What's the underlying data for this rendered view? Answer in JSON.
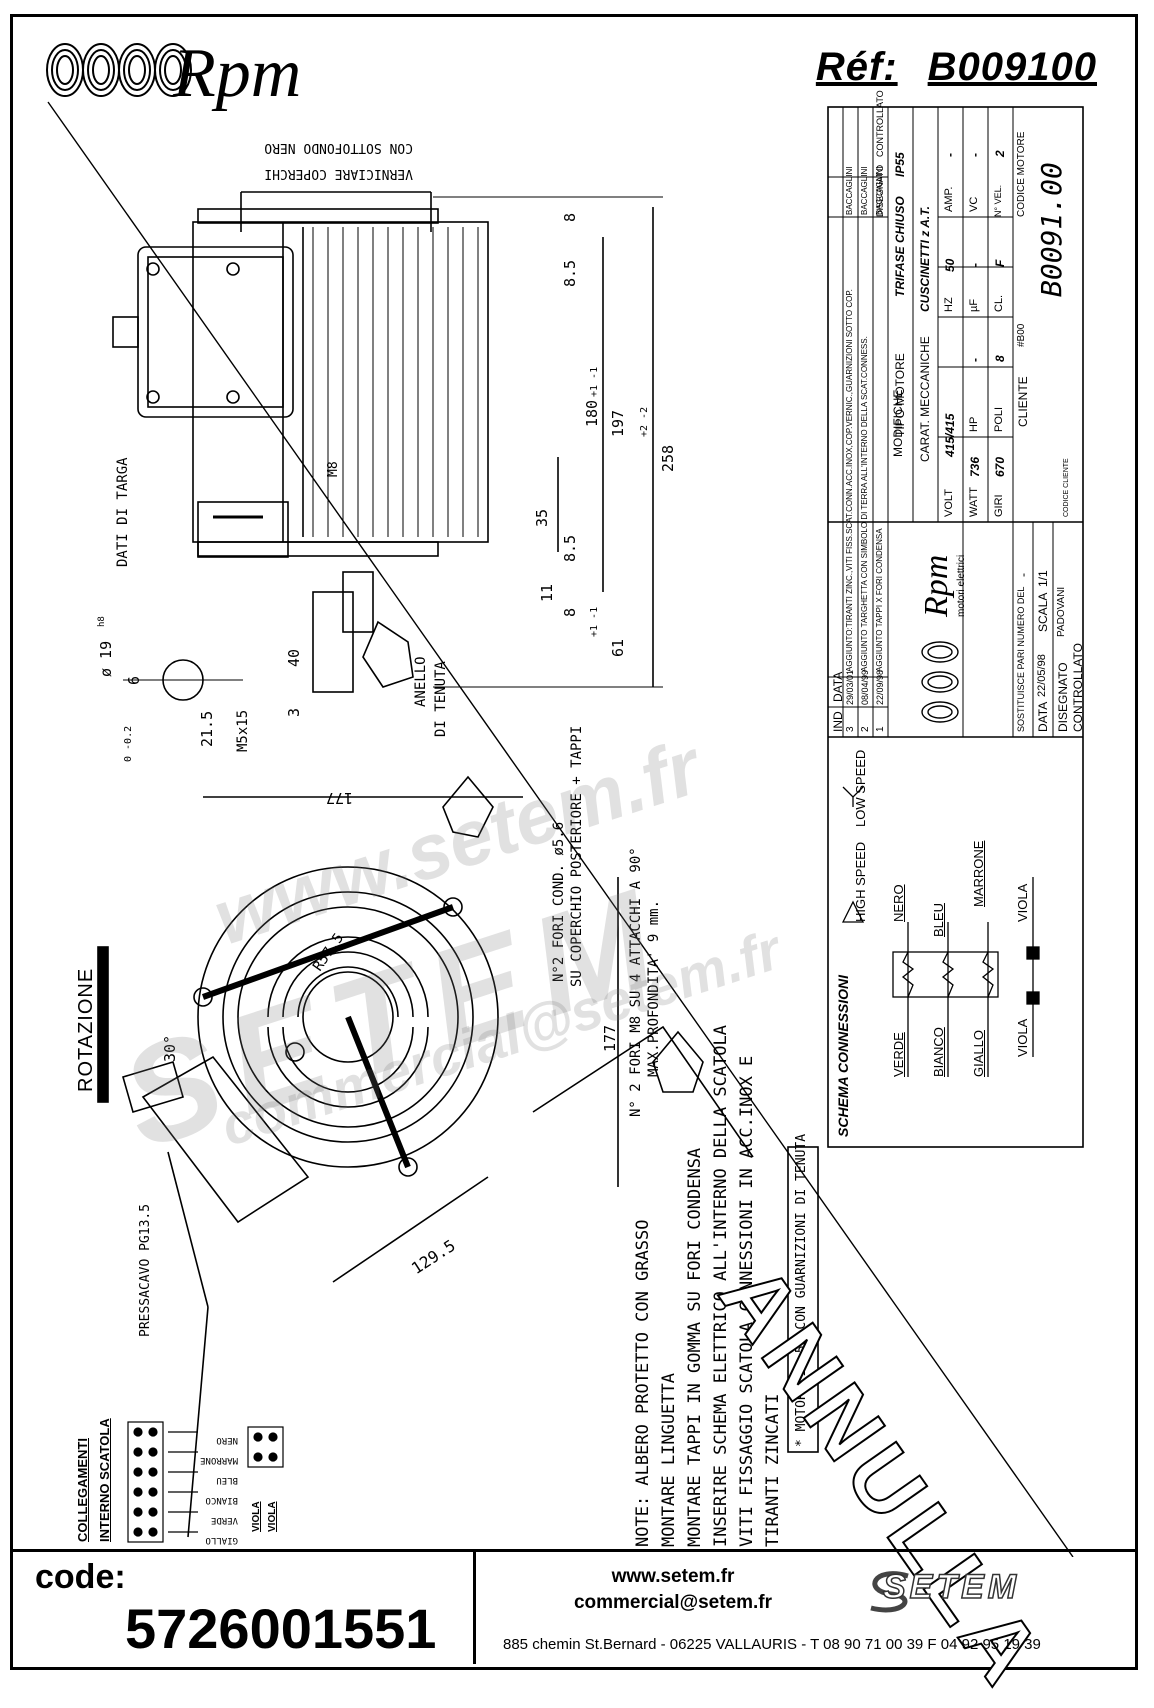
{
  "header": {
    "brand": "Rpm",
    "ref_label": "Réf:",
    "ref_value": "B009100"
  },
  "drawing": {
    "paint_note_1": "VERNICIARE COPERCHI",
    "paint_note_2": "CON SOTTOFONDO NERO",
    "dati_di_targa": "DATI DI TARGA",
    "m8": "M8",
    "anello_1": "ANELLO",
    "anello_2": "DI TENUTA",
    "dim_8a": "8",
    "dim_8_5a": "8.5",
    "dim_180": "180",
    "dim_197": "197",
    "dim_197_tol": "+1 -1",
    "dim_258": "258",
    "dim_258_tol": "+2 -2",
    "dim_35": "35",
    "dim_8_5b": "8.5",
    "dim_11": "11",
    "dim_8b": "8",
    "dim_61": "61",
    "dim_61_tol": "+1 -1",
    "dim_40": "40",
    "dim_3": "3",
    "shaft_dia": "ø 19",
    "shaft_tol": "h8",
    "dim_6": "6",
    "dim_21_5": "21.5",
    "dim_21_5_tol": "0 -0.2",
    "thread": "M5x15",
    "dim_177_top": "177",
    "dim_177_side": "177",
    "dim_129_5": "129.5",
    "radius": "R57.5",
    "angle": "30°",
    "rotazione": "ROTAZIONE",
    "fori_cond_1": "N°2 FORI COND. ø5.6",
    "fori_cond_2": "SU COPERCHIO POSTERIORE + TAPPI",
    "fori_m8_1": "N° 2 FORI M8 SU 4 ATTACCHI A 90°",
    "fori_m8_2": "MAX.PROFONDITA' 9 mm.",
    "pressacavo": "PRESSACAVO PG13.5",
    "collegamenti_1": "COLLEGAMENTI",
    "collegamenti_2": "INTERNO SCATOLA",
    "wire_labels": [
      "NERO",
      "MARRONE",
      "BLEU",
      "BIANCO",
      "VERDE",
      "GIALLO"
    ],
    "viola_labels": [
      "VIOLA",
      "VIOLA"
    ]
  },
  "notes": [
    "NOTE: ALBERO PROTETTO CON GRASSO",
    "MONTARE LINGUETTA",
    "MONTARE TAPPI IN GOMMA SU FORI CONDENSA",
    "INSERIRE SCHEMA ELETTRICO ALL'INTERNO DELLA SCATOLA",
    "VITI FISSAGGIO SCATOLA CONNESSIONI IN ACC.INOX E",
    "TIRANTI ZINCATI",
    "* MOTORE IP 55 CON GUARNIZIONI DI TENUTA"
  ],
  "title_block": {
    "modifiche_header": [
      "IND",
      "DATA",
      "MODIFICHE",
      "DISEGNATO",
      "CONTROLLATO"
    ],
    "revisions": [
      {
        "ind": "3",
        "data": "29/03/01",
        "text": "AGGIUNTO:TIRANTI ZINC.,VITI FISS.SCAT.CONN.ACC.INOX,COP.VERNIC.,GUARNIZIONI SOTTO COP.",
        "dis": "BACCAGLINI"
      },
      {
        "ind": "2",
        "data": "08/04/99",
        "text": "AGGIUNTO TARGHETTA CON SIMBOLO DI TERRA ALL'INTERNO DELLA SCAT.CONNESS.",
        "dis": "BACCAGLINI"
      },
      {
        "ind": "1",
        "data": "22/09/98",
        "text": "AGGIUNTO TAPPI X FORI CONDENSA",
        "dis": "BACCAGLINI"
      }
    ],
    "tipo_motore_label": "TIPO MOTORE",
    "tipo_motore": "TRIFASE CHIUSO",
    "ip": "IP55",
    "carat_label": "CARAT. MECCANICHE",
    "carat": "CUSCINETTI z A.T.",
    "volt_label": "VOLT",
    "volt": "415/415",
    "hz_label": "HZ",
    "hz": "50",
    "amp_label": "AMP.",
    "amp": "-",
    "watt_label": "WATT",
    "watt": "736",
    "hp_label": "HP",
    "hp": "-",
    "uf_label": "µF",
    "uf": "-",
    "vc_label": "VC",
    "vc": "-",
    "giri_label": "GIRI",
    "giri": "670",
    "poli_label": "POLI",
    "poli": "8",
    "cl_label": "CL.",
    "cl": "F",
    "nvel_label": "N° VEL.",
    "nvel": "2",
    "codice_motore_label": "CODICE MOTORE",
    "codice_motore": "B0091.00",
    "cliente_label": "CLIENTE",
    "cliente": "#B00",
    "codice_cliente_label": "CODICE CLIENTE",
    "logo_sub": "motori elettrici",
    "sostituisce_label": "SOSTITUISCE PARI NUMERO DEL",
    "sostituisce": "-",
    "data_label": "DATA",
    "data": "22/05/98",
    "scala_label": "SCALA",
    "scala": "1/1",
    "disegnato_label": "DISEGNATO",
    "disegnato": "PADOVANI",
    "controllato_label": "CONTROLLATO"
  },
  "schema": {
    "title": "SCHEMA CONNESSIONI",
    "high_speed": "HIGH SPEED",
    "low_speed": "LOW SPEED",
    "wires_left": [
      "VERDE",
      "BIANCO",
      "GIALLO"
    ],
    "wires_right": [
      "NERO",
      "BLEU",
      "MARRONE"
    ],
    "viola_1": "VIOLA",
    "viola_2": "VIOLA"
  },
  "stamp": "ANNULLA",
  "footer": {
    "code_label": "code:",
    "code_value": "5726001551",
    "website": "www.setem.fr",
    "email": "commercial@setem.fr",
    "address": "885 chemin St.Bernard  -  06225 VALLAURIS  -  T 08 90 71 00 39   F 04 92 95 19 39",
    "company": "SETEM"
  },
  "watermarks": [
    "www.setem.fr",
    "SETEM",
    "commercial@setem.fr"
  ]
}
